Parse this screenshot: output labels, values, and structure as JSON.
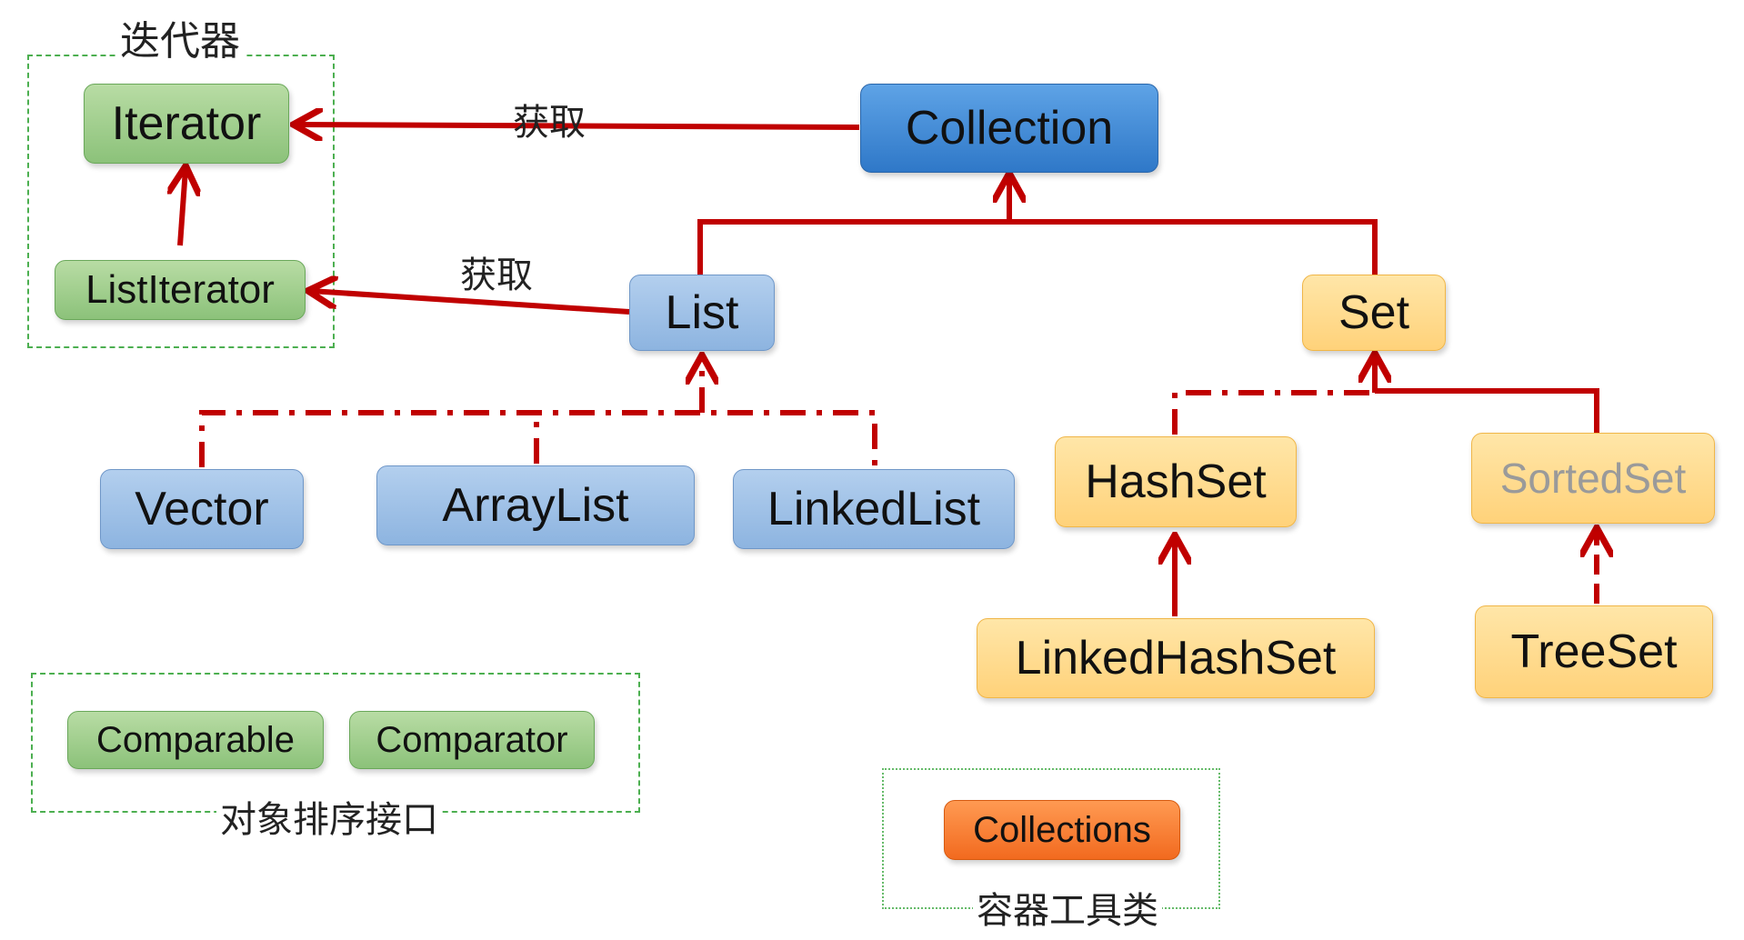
{
  "groups": {
    "iterators_label": "迭代器",
    "sorting_label": "对象排序接口",
    "tools_label": "容器工具类"
  },
  "nodes": {
    "iterator": "Iterator",
    "list_iterator": "ListIterator",
    "collection": "Collection",
    "list": "List",
    "set": "Set",
    "vector": "Vector",
    "array_list": "ArrayList",
    "linked_list": "LinkedList",
    "hash_set": "HashSet",
    "sorted_set": "SortedSet",
    "linked_hash_set": "LinkedHashSet",
    "tree_set": "TreeSet",
    "comparable": "Comparable",
    "comparator": "Comparator",
    "collections": "Collections"
  },
  "edges": {
    "collection_get_label": "获取",
    "list_get_label": "获取"
  },
  "colors": {
    "arrow": "#c00000",
    "iterator_group": "#4caf50",
    "list_family": "#8db4e0",
    "set_family": "#ffd27a",
    "collection": "#2f78c8",
    "collections": "#f26a1f"
  }
}
